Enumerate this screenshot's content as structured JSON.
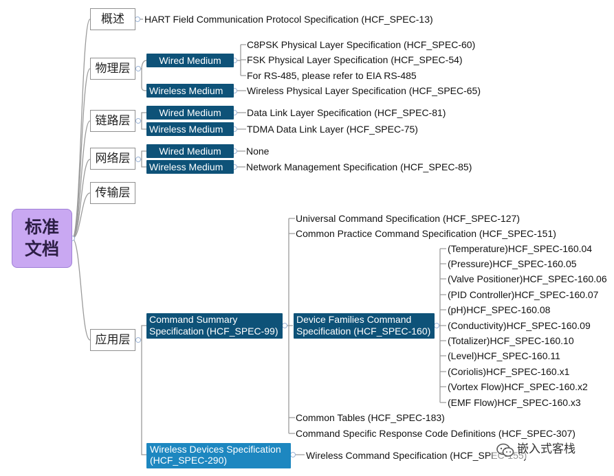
{
  "root": {
    "line1": "标准",
    "line2": "文档"
  },
  "overview": {
    "label": "概述",
    "leaf": "HART Field Communication Protocol Specification (HCF_SPEC-13)"
  },
  "physical": {
    "label": "物理层",
    "wired": {
      "label": "Wired Medium",
      "leaves": [
        "C8PSK Physical Layer Specification (HCF_SPEC-60)",
        "FSK Physical Layer Specification (HCF_SPEC-54)",
        "For RS-485, please refer to EIA RS-485"
      ]
    },
    "wireless": {
      "label": "Wireless Medium",
      "leaf": "Wireless Physical Layer Specification (HCF_SPEC-65)"
    }
  },
  "link": {
    "label": "链路层",
    "wired": {
      "label": "Wired Medium",
      "leaf": "Data Link Layer Specification (HCF_SPEC-81)"
    },
    "wireless": {
      "label": "Wireless Medium",
      "leaf": "TDMA Data Link Layer (HCF_SPEC-75)"
    }
  },
  "network": {
    "label": "网络层",
    "wired": {
      "label": "Wired Medium",
      "leaf": "None"
    },
    "wireless": {
      "label": "Wireless Medium",
      "leaf": "Network Management Specification (HCF_SPEC-85)"
    }
  },
  "transport": {
    "label": "传输层"
  },
  "application": {
    "label": "应用层",
    "cmd_summary": {
      "line1": "Command Summary",
      "line2": "Specification (HCF_SPEC-99)"
    },
    "universal": "Universal Command Specification (HCF_SPEC-127)",
    "common_practice": "Common Practice Command Specification (HCF_SPEC-151)",
    "device_families": {
      "line1": "Device Families Command",
      "line2": "Specification (HCF_SPEC-160)"
    },
    "families": [
      "(Temperature)HCF_SPEC-160.04",
      "(Pressure)HCF_SPEC-160.05",
      "(Valve Positioner)HCF_SPEC-160.06",
      "(PID Controller)HCF_SPEC-160.07",
      "(pH)HCF_SPEC-160.08",
      "(Conductivity)HCF_SPEC-160.09",
      "(Totalizer)HCF_SPEC-160.10",
      "(Level)HCF_SPEC-160.11",
      "(Coriolis)HCF_SPEC-160.x1",
      "(Vortex Flow)HCF_SPEC-160.x2",
      "(EMF Flow)HCF_SPEC-160.x3"
    ],
    "common_tables": "Common Tables (HCF_SPEC-183)",
    "response_codes": "Command Specific Response Code Definitions (HCF_SPEC-307)",
    "wireless_devices": {
      "line1": "Wireless Devices Specification",
      "line2": "(HCF_SPEC-290)"
    },
    "wireless_cmd": "Wireless Command Specification (HCF_SPEC-155)"
  },
  "watermark": {
    "text": "嵌入式客栈",
    "icon": "wechat-icon"
  },
  "colors": {
    "root": "#c9a8f2",
    "dark_node": "#0e5278",
    "light_node": "#1d87c0",
    "line": "#9a9a9a"
  }
}
